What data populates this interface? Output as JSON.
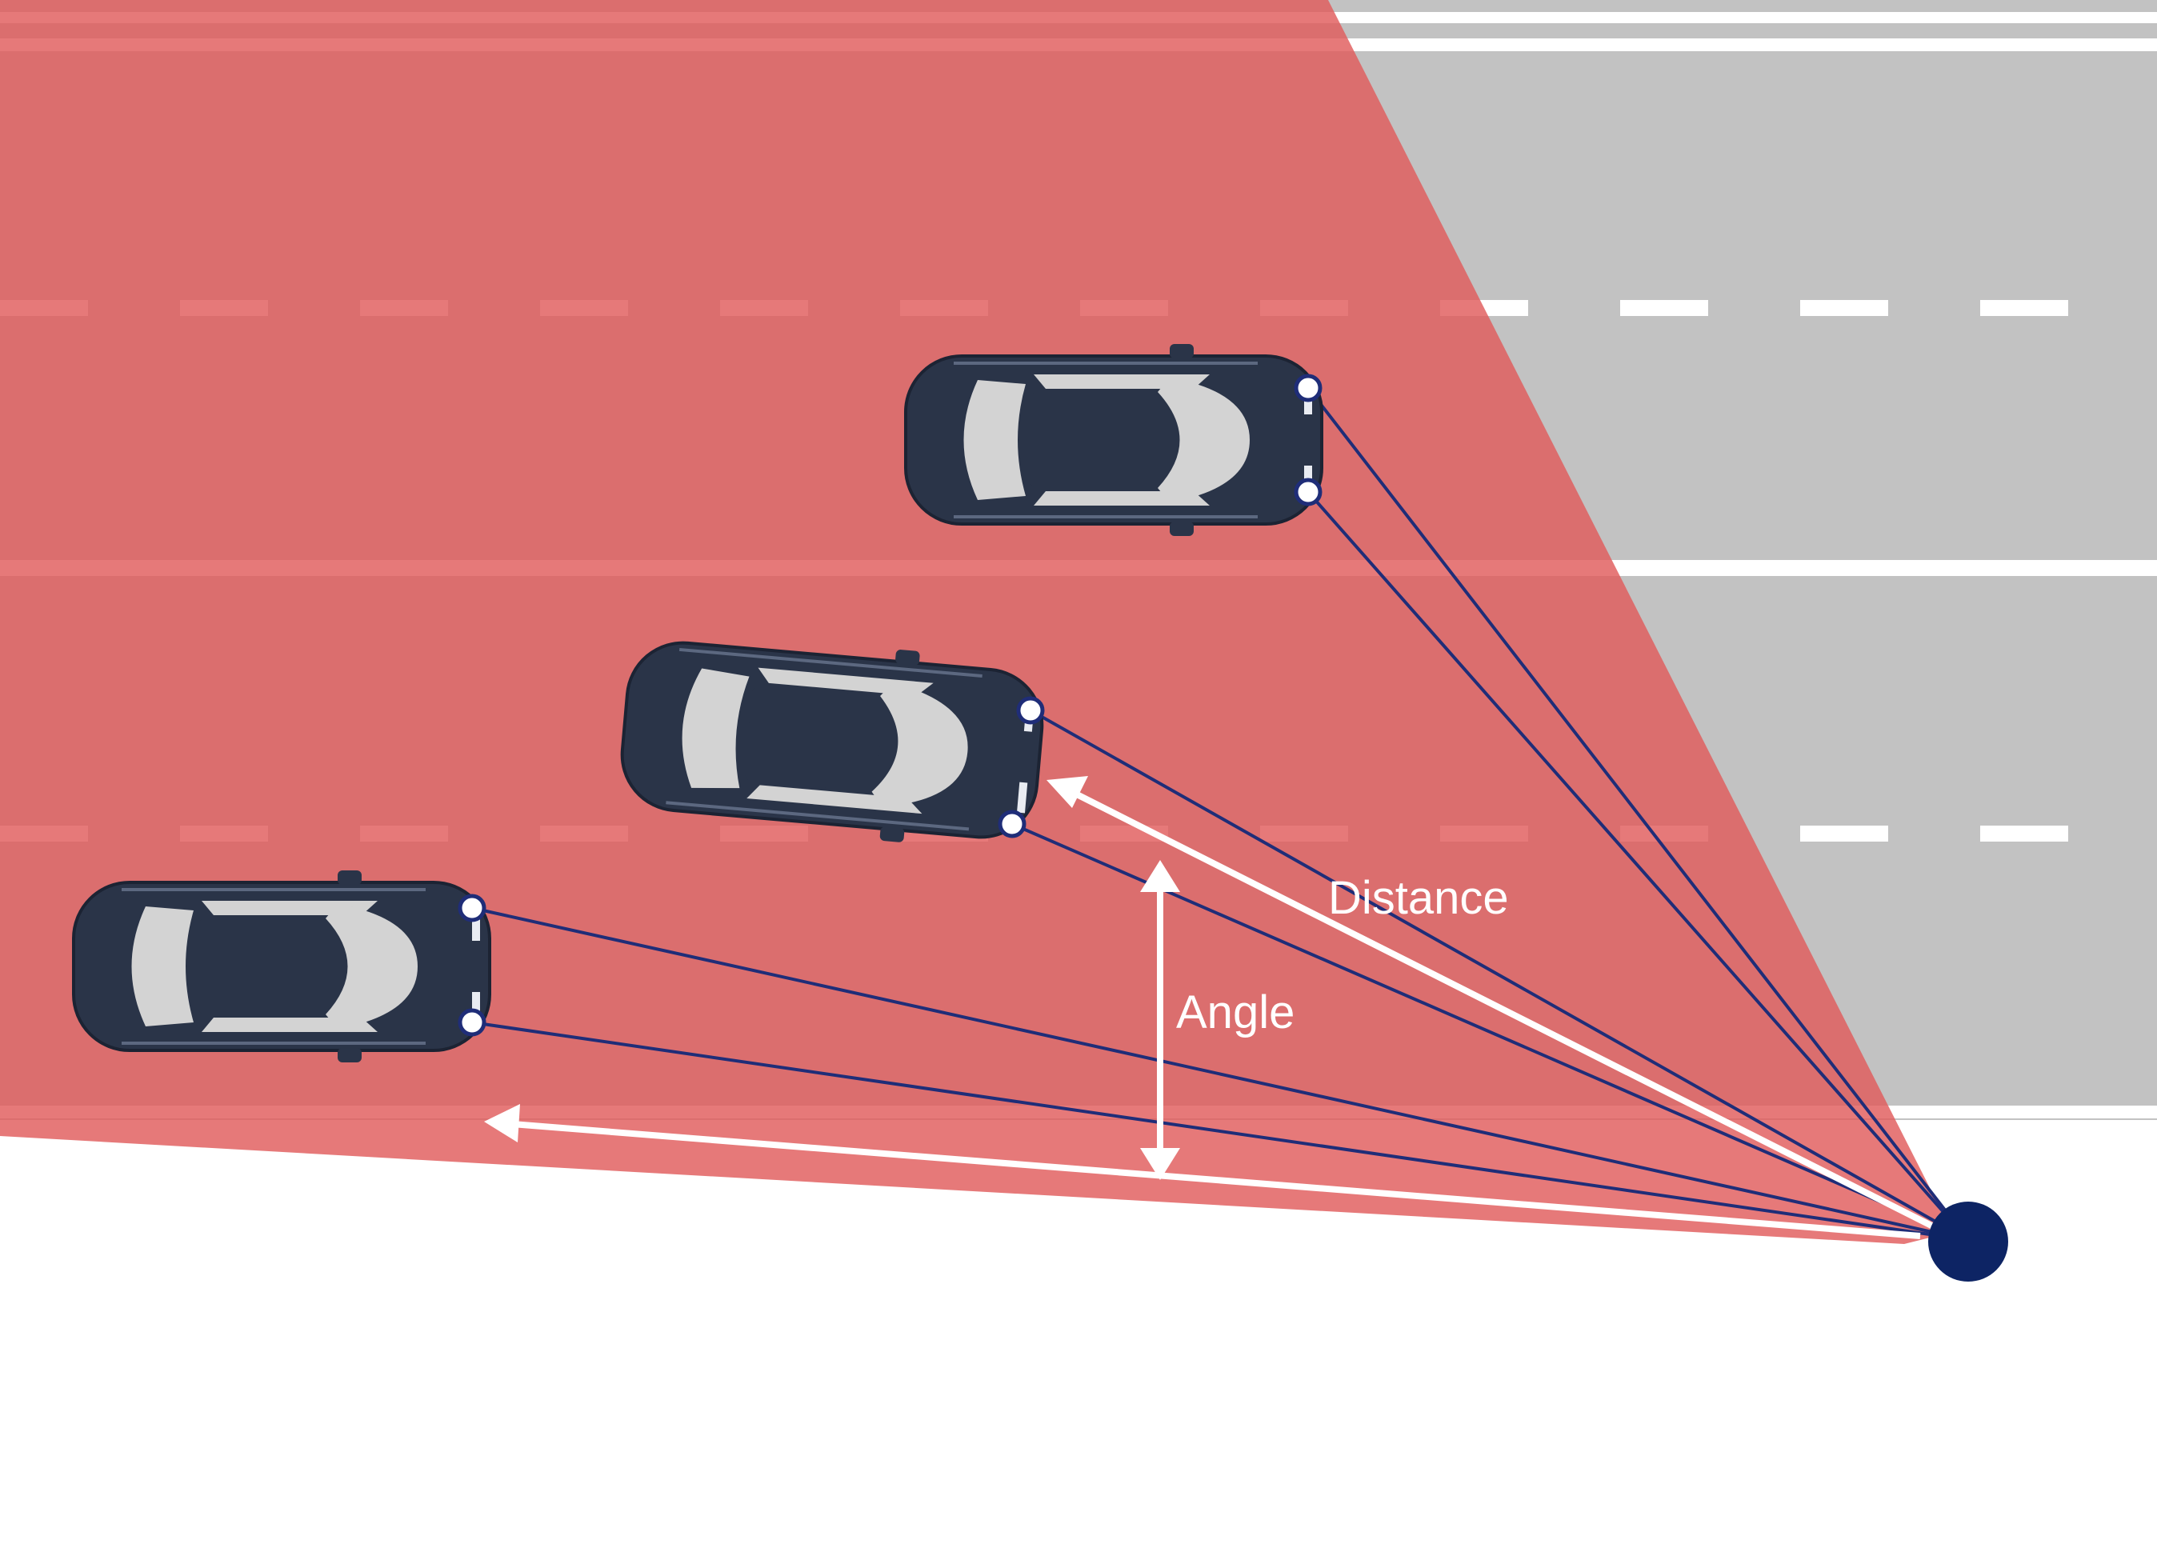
{
  "labels": {
    "distance": "Distance",
    "angle": "Angle"
  },
  "colors": {
    "road": "#c2c2c2",
    "lane_marking": "#ffffff",
    "detection_zone": "#e46a6a",
    "car_body": "#2a3448",
    "car_glass": "#d3d3d3",
    "ray_line": "#1f2d78",
    "sensor": "#0d2464",
    "measure_arrow": "#ffffff",
    "background": "#ffffff"
  },
  "elements": {
    "sensor": "radar-sensor",
    "cars": [
      "car-near",
      "car-middle",
      "car-far"
    ],
    "icons": [
      "distance-arrow",
      "angle-arrow",
      "reference-arrow"
    ]
  }
}
